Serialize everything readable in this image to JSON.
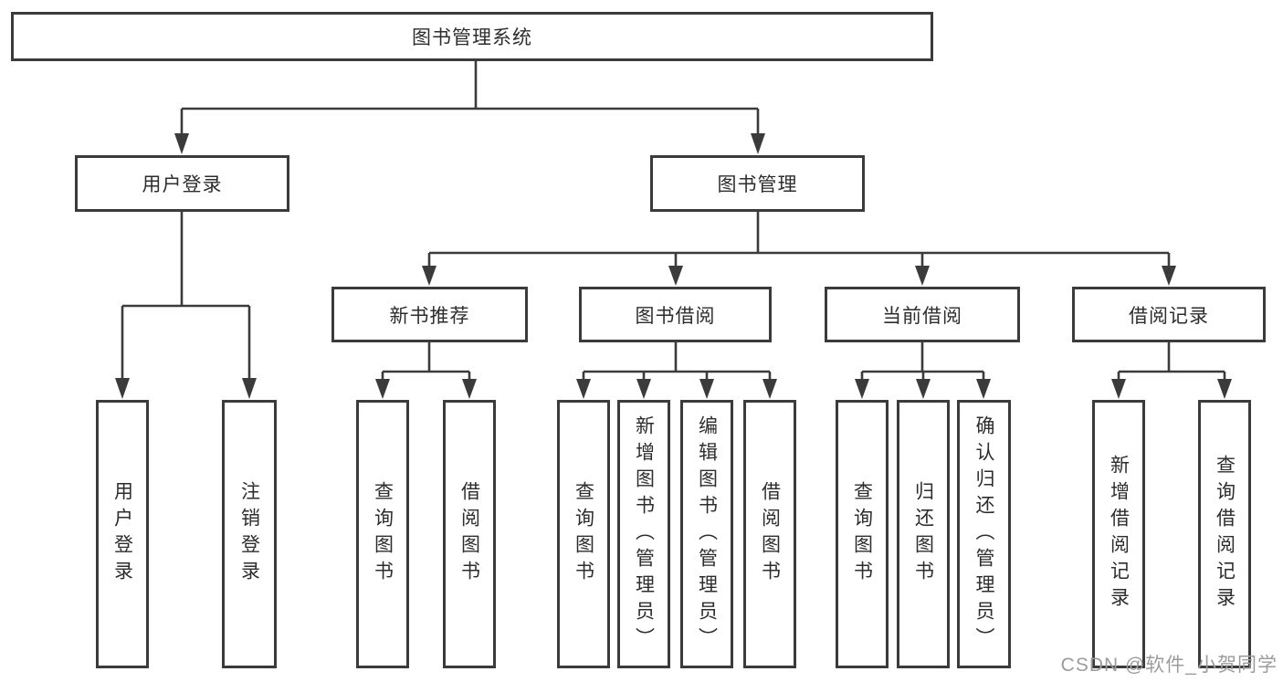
{
  "diagram": {
    "watermark": "CSDN @软件_小贺同学",
    "colors": {
      "background": "#ffffff",
      "line": "#3b3b3b",
      "box_border": "#3b3b3b",
      "text": "#2d2d2d",
      "watermark": "#9c9c9c"
    }
  },
  "tree": {
    "root": {
      "label": "图书管理系统",
      "children": [
        {
          "label": "用户登录",
          "children": [
            {
              "label": "用户登录"
            },
            {
              "label": "注销登录"
            }
          ]
        },
        {
          "label": "图书管理",
          "children": [
            {
              "label": "新书推荐",
              "children": [
                {
                  "label": "查询图书"
                },
                {
                  "label": "借阅图书"
                }
              ]
            },
            {
              "label": "图书借阅",
              "children": [
                {
                  "label": "查询图书"
                },
                {
                  "label": "新增图书（管理员）"
                },
                {
                  "label": "编辑图书（管理员）"
                },
                {
                  "label": "借阅图书"
                }
              ]
            },
            {
              "label": "当前借阅",
              "children": [
                {
                  "label": "查询图书"
                },
                {
                  "label": "归还图书"
                },
                {
                  "label": "确认归还（管理员）"
                }
              ]
            },
            {
              "label": "借阅记录",
              "children": [
                {
                  "label": "新增借阅记录"
                },
                {
                  "label": "查询借阅记录"
                }
              ]
            }
          ]
        }
      ]
    }
  }
}
